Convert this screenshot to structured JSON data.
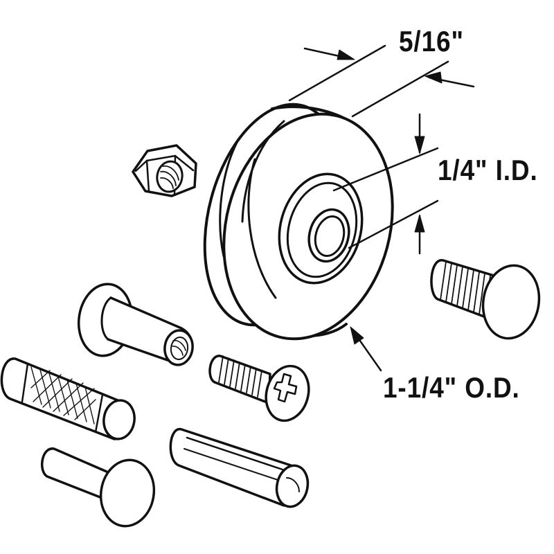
{
  "diagram": {
    "labels": {
      "width": "5/16\"",
      "inner_diameter": "1/4\" I.D.",
      "outer_diameter": "1-1/4\" O.D."
    },
    "parts": [
      "roller-wheel",
      "hex-nut",
      "flanged-sleeve",
      "knurled-pin",
      "flat-head-screw",
      "round-head-screw",
      "round-head-pin",
      "slotted-sleeve"
    ],
    "colors": {
      "line": "#111111",
      "fill": "#ffffff"
    }
  }
}
